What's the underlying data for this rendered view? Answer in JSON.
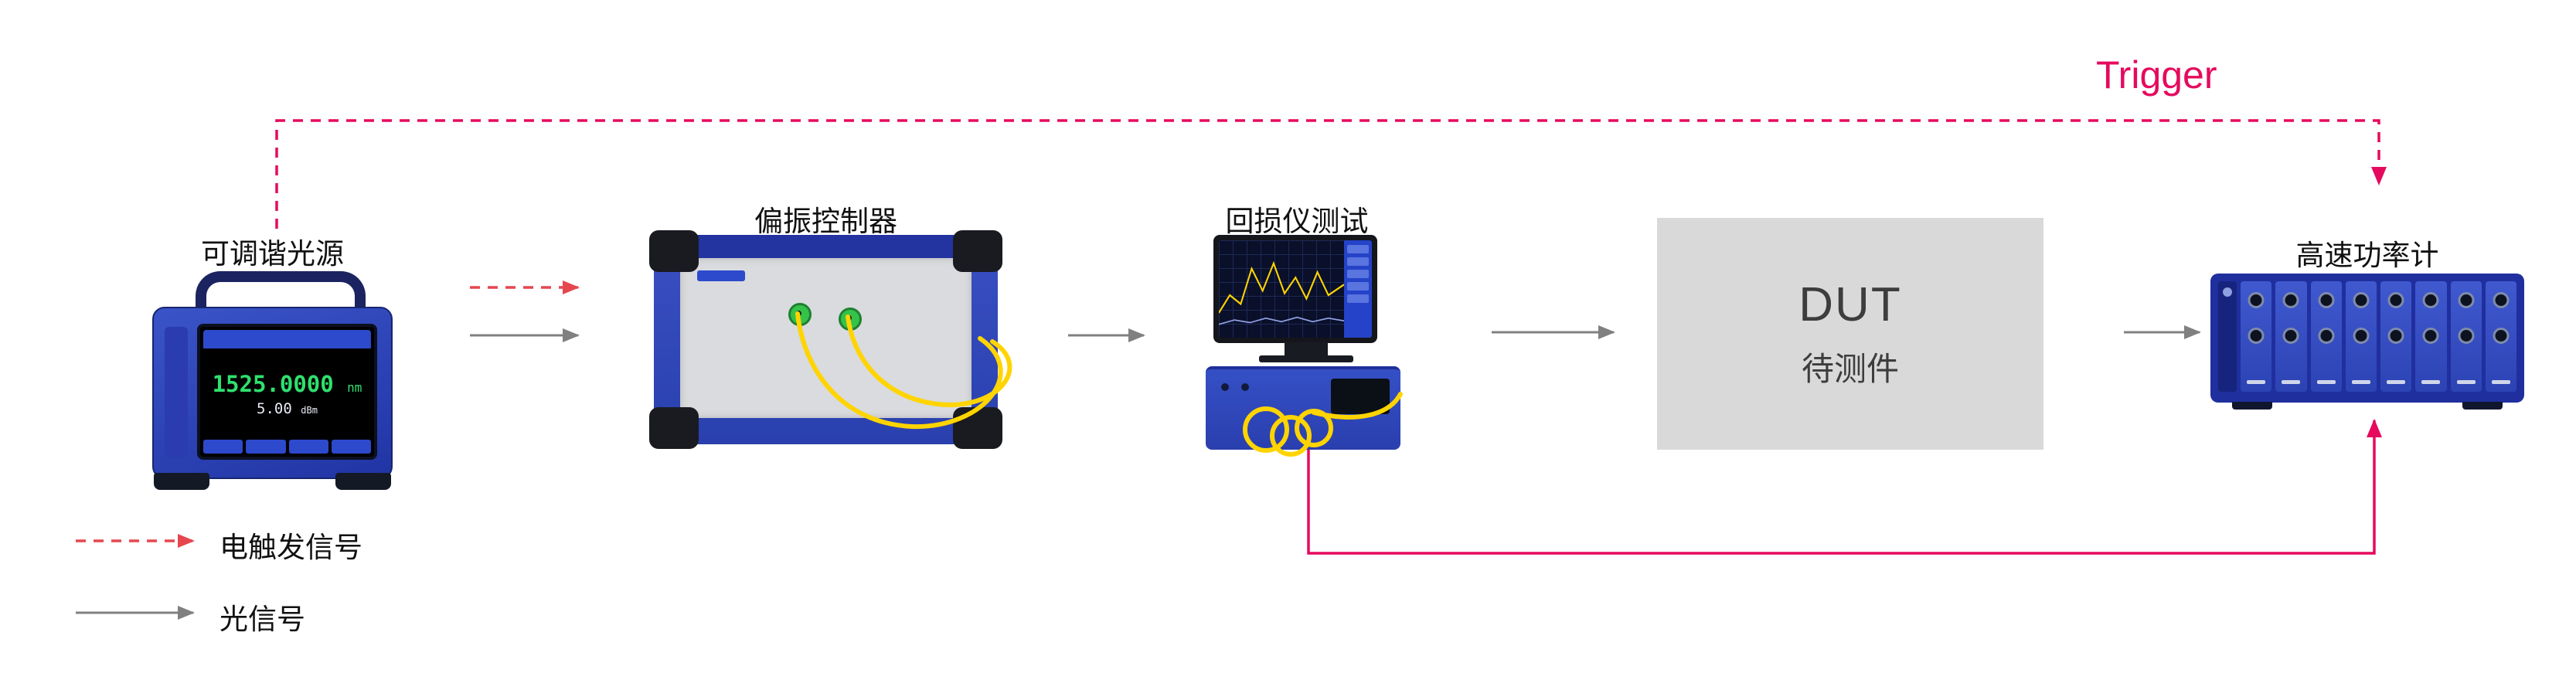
{
  "colors": {
    "pink": "#e50a5e",
    "red": "#e6474f",
    "gray": "#808080",
    "fiber": "#ffd400",
    "green": "#35c24a",
    "screen_green": "#2fe06e",
    "dut_bg": "#d9d9d9"
  },
  "trigger": {
    "label": "Trigger"
  },
  "legend": {
    "electrical": "电触发信号",
    "optical": "光信号"
  },
  "devices": {
    "laser": {
      "label": "可调谐光源",
      "wavelength": "1525.0000",
      "wavelength_unit": "nm",
      "power": "5.00",
      "power_unit": "dBm"
    },
    "polarization": {
      "label": "偏振控制器"
    },
    "return_loss": {
      "label": "回损仪测试"
    },
    "dut": {
      "title": "DUT",
      "subtitle": "待测件"
    },
    "power_meter": {
      "label": "高速功率计",
      "channels": 8
    }
  }
}
